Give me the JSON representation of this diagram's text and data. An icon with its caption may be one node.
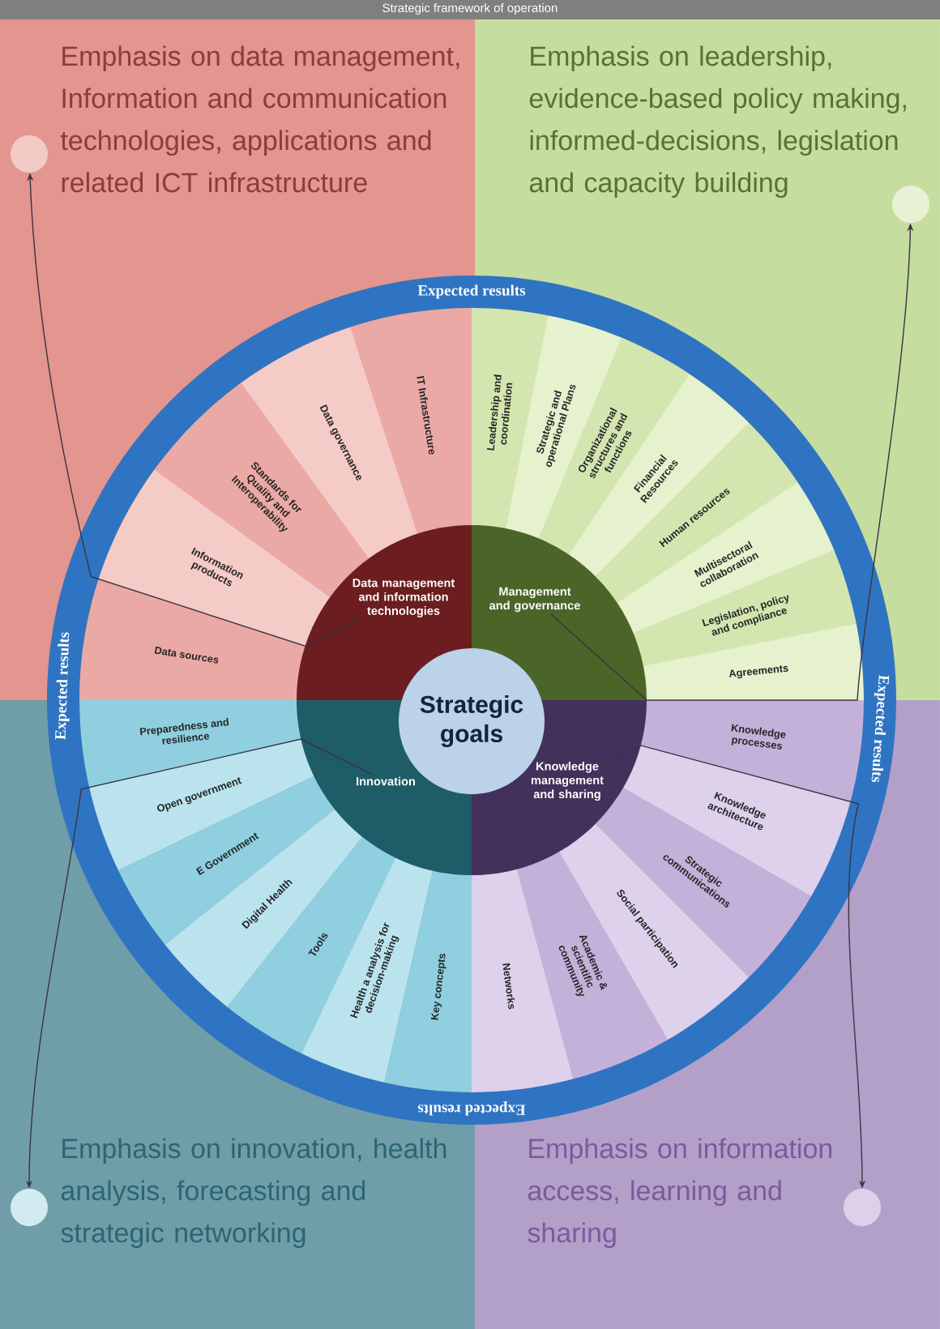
{
  "diagram": {
    "title": "Strategic framework of operation",
    "nodes": [
      {
        "text": [
          "Strategic goals"
        ]
      },
      {
        "text": [
          "Data management and information technologies"
        ]
      },
      {
        "text": [
          "Management and governance"
        ]
      },
      {
        "text": [
          "Innovation"
        ]
      },
      {
        "text": [
          "Knowledge management and sharing"
        ]
      },
      {
        "text": [
          "Data sources"
        ]
      },
      {
        "text": [
          "Information products"
        ]
      },
      {
        "text": [
          "Standards for Quality and Interoperability"
        ]
      },
      {
        "text": [
          "Data governance"
        ]
      },
      {
        "text": [
          "IT Infrastructure"
        ]
      },
      {
        "text": [
          "Leadership and coordination"
        ]
      },
      {
        "text": [
          "Strategic and operational Plans"
        ]
      },
      {
        "text": [
          "Organizational structures and functions"
        ]
      },
      {
        "text": [
          "Financial Resources"
        ]
      },
      {
        "text": [
          "Human resources"
        ]
      },
      {
        "text": [
          "Multisectoral collaboration"
        ]
      },
      {
        "text": [
          "Legislation, policy and compliance"
        ]
      },
      {
        "text": [
          "Agreements"
        ]
      },
      {
        "text": [
          "Preparedness and resilience"
        ]
      },
      {
        "text": [
          "Open government"
        ]
      },
      {
        "text": [
          "E Government"
        ]
      },
      {
        "text": [
          "Digital Health"
        ]
      },
      {
        "text": [
          "Tools"
        ]
      },
      {
        "text": [
          "Health a analysis for decision-making"
        ]
      },
      {
        "text": [
          "Key concepts"
        ]
      },
      {
        "text": [
          "Knowledge processes"
        ]
      },
      {
        "text": [
          "Knowledge architecture"
        ]
      },
      {
        "text": [
          "Strategic communications"
        ]
      },
      {
        "text": [
          "Social participation"
        ]
      },
      {
        "text": [
          "Academic & scientific community"
        ]
      },
      {
        "text": [
          "Networks"
        ]
      },
      {
        "text": [],
        "shape": "circle"
      },
      {
        "text": [],
        "shape": "circle"
      },
      {
        "text": [],
        "shape": "circle"
      },
      {
        "text": [],
        "shape": "circle"
      }
    ],
    "edges": [
      {
        "from": 1,
        "to": 31,
        "arrow": "to"
      },
      {
        "from": 2,
        "to": 32,
        "arrow": "to"
      },
      {
        "from": 3,
        "to": 33,
        "arrow": "to"
      },
      {
        "from": 4,
        "to": 34,
        "arrow": "to"
      }
    ],
    "labels": [
      "Emphasis on data management, Information and communication technologies, applications and related ICT infrastructure",
      "Emphasis on leadership, evidence-based policy making, informed-decisions, legislation and capacity building",
      "Expected results",
      "Expected results",
      "Expected results",
      "Expected results",
      "Emphasis on innovation, health analysis, forecasting and strategic networking",
      "Emphasis on information access, learning and sharing"
    ]
  }
}
